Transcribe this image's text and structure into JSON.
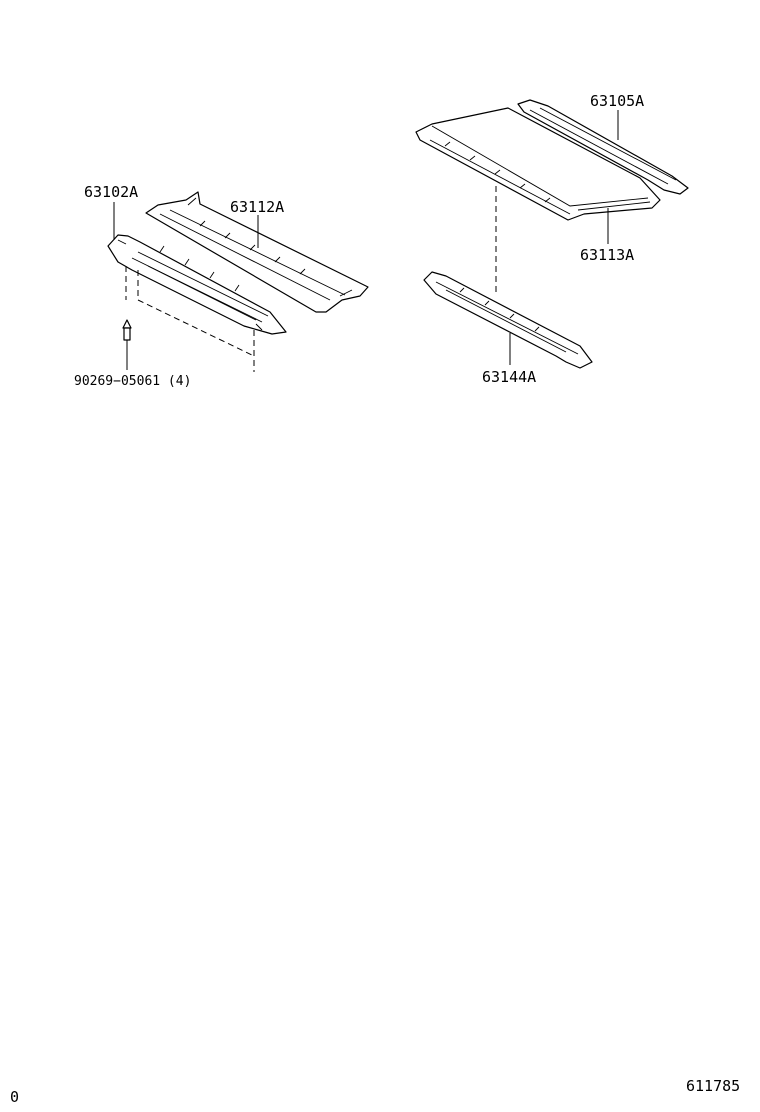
{
  "parts": [
    {
      "id": "63102A",
      "label": "63102A"
    },
    {
      "id": "63112A",
      "label": "63112A"
    },
    {
      "id": "63105A",
      "label": "63105A"
    },
    {
      "id": "63113A",
      "label": "63113A"
    },
    {
      "id": "63144A",
      "label": "63144A"
    },
    {
      "id": "90269-05061",
      "label": "90269−05061 (4)"
    }
  ],
  "footer": {
    "left_code": "0",
    "right_code": "611785"
  }
}
